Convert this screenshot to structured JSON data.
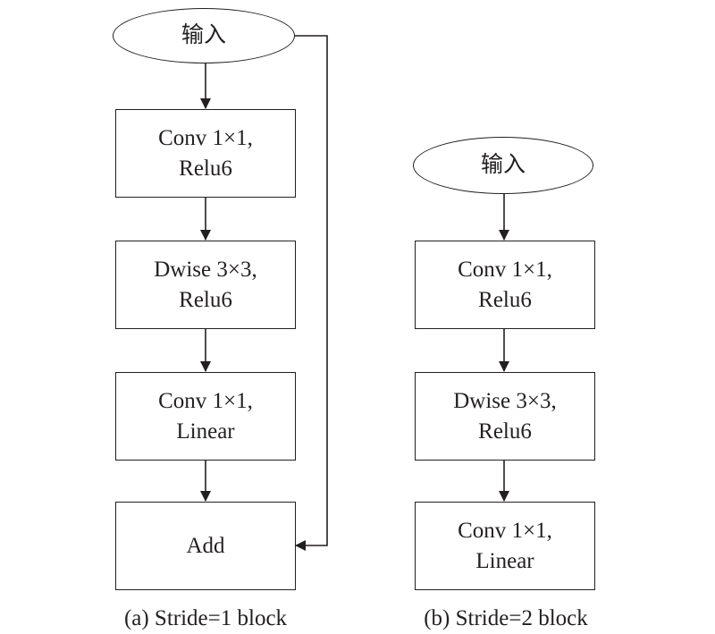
{
  "left_block": {
    "input_label": "输入",
    "conv1_line1": "Conv 1×1,",
    "conv1_line2": "Relu6",
    "dwise_line1": "Dwise 3×3,",
    "dwise_line2": "Relu6",
    "conv2_line1": "Conv 1×1,",
    "conv2_line2": "Linear",
    "add_label": "Add",
    "caption": "(a) Stride=1 block"
  },
  "right_block": {
    "input_label": "输入",
    "conv1_line1": "Conv 1×1,",
    "conv1_line2": "Relu6",
    "dwise_line1": "Dwise 3×3,",
    "dwise_line2": "Relu6",
    "conv2_line1": "Conv 1×1,",
    "conv2_line2": "Linear",
    "caption": "(b) Stride=2 block"
  }
}
